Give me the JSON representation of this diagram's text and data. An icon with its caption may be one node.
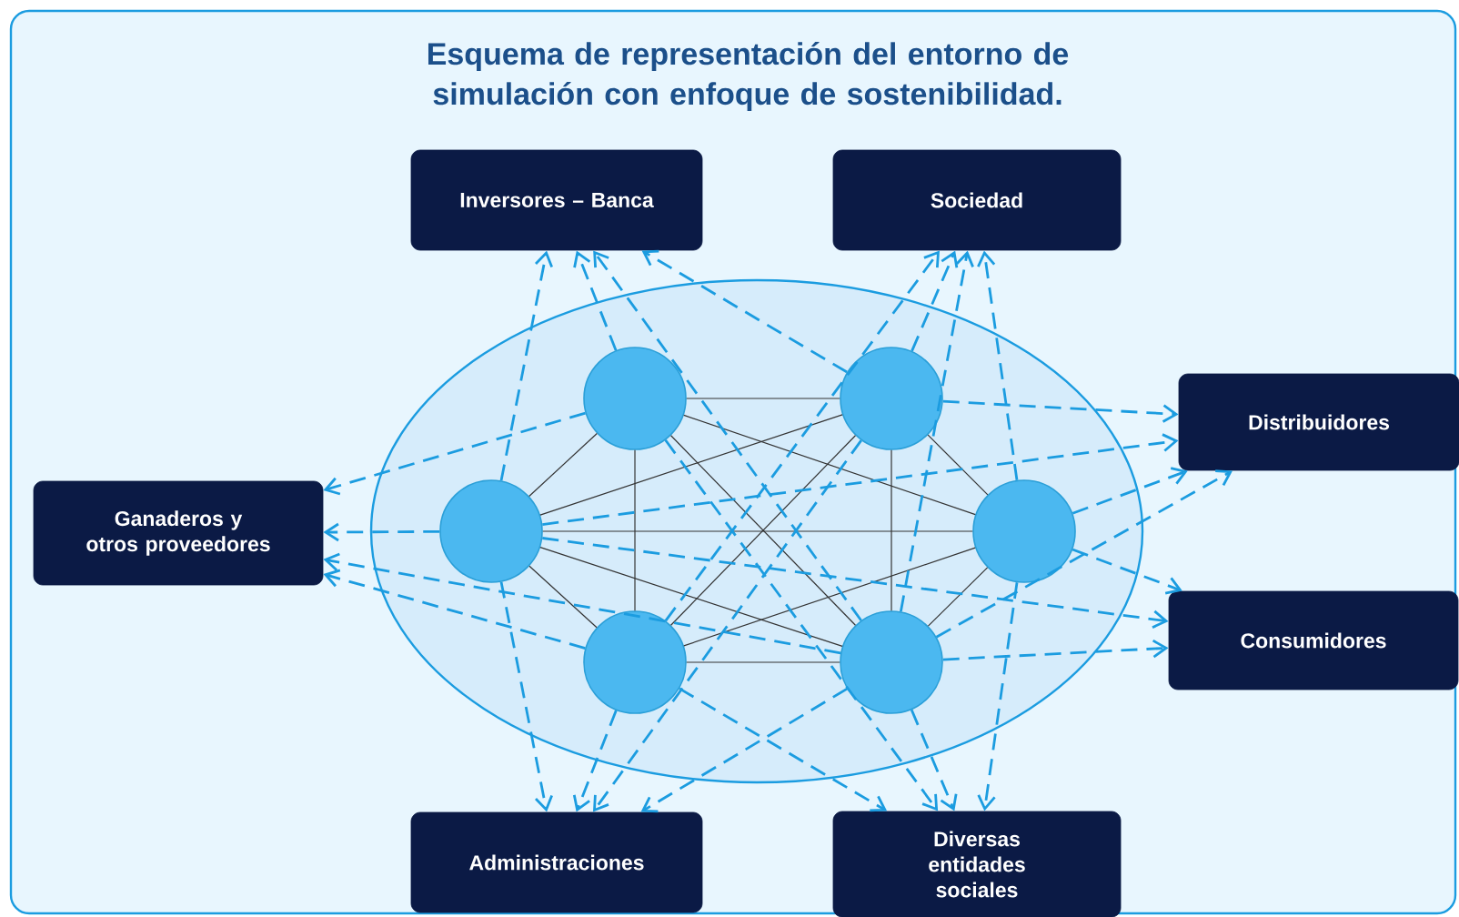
{
  "diagram": {
    "title": "Esquema de representación del entorno de simulación con enfoque de sostenibilidad.",
    "nodes": [
      {
        "text": [
          "Inversores – Banca"
        ]
      },
      {
        "text": [
          "Sociedad"
        ]
      },
      {
        "text": [],
        "shape": "ellipse"
      },
      {
        "text": [],
        "shape": "circle",
        "in": 2
      },
      {
        "text": [],
        "shape": "circle",
        "in": 2
      },
      {
        "text": [],
        "shape": "circle",
        "in": 2
      },
      {
        "text": [],
        "shape": "circle",
        "in": 2
      },
      {
        "text": [],
        "shape": "circle",
        "in": 2
      },
      {
        "text": [],
        "shape": "circle",
        "in": 2
      },
      {
        "text": [
          "Distribuidores"
        ]
      },
      {
        "text": [
          "Ganaderos y otros proveedores"
        ]
      },
      {
        "text": [
          "Consumidores"
        ]
      },
      {
        "text": [
          "Administraciones"
        ]
      },
      {
        "text": [
          "Diversas entidades sociales"
        ]
      }
    ],
    "edges": [
      {
        "from": 3,
        "to": 4,
        "arrow": "none",
        "color": "#333333"
      },
      {
        "from": 3,
        "to": 5,
        "arrow": "none",
        "color": "#333333"
      },
      {
        "from": 3,
        "to": 6,
        "arrow": "none",
        "color": "#333333"
      },
      {
        "from": 3,
        "to": 7,
        "arrow": "none",
        "color": "#333333"
      },
      {
        "from": 3,
        "to": 8,
        "arrow": "none",
        "color": "#333333"
      },
      {
        "from": 4,
        "to": 5,
        "arrow": "none",
        "color": "#333333"
      },
      {
        "from": 4,
        "to": 6,
        "arrow": "none",
        "color": "#333333"
      },
      {
        "from": 4,
        "to": 7,
        "arrow": "none",
        "color": "#333333"
      },
      {
        "from": 4,
        "to": 8,
        "arrow": "none",
        "color": "#333333"
      },
      {
        "from": 5,
        "to": 6,
        "arrow": "none",
        "color": "#333333"
      },
      {
        "from": 5,
        "to": 7,
        "arrow": "none",
        "color": "#333333"
      },
      {
        "from": 5,
        "to": 8,
        "arrow": "none",
        "color": "#333333"
      },
      {
        "from": 6,
        "to": 7,
        "arrow": "none",
        "color": "#333333"
      },
      {
        "from": 6,
        "to": 8,
        "arrow": "none",
        "color": "#333333"
      },
      {
        "from": 7,
        "to": 8,
        "arrow": "none",
        "color": "#333333"
      },
      {
        "from": 5,
        "to": 0,
        "arrow": "to",
        "style": "dashed"
      },
      {
        "from": 3,
        "to": 0,
        "arrow": "to",
        "style": "dashed"
      },
      {
        "from": 8,
        "to": 0,
        "arrow": "to",
        "style": "dashed"
      },
      {
        "from": 4,
        "to": 0,
        "arrow": "to",
        "style": "dashed"
      },
      {
        "from": 6,
        "to": 1,
        "arrow": "to",
        "style": "dashed"
      },
      {
        "from": 4,
        "to": 1,
        "arrow": "to",
        "style": "dashed"
      },
      {
        "from": 8,
        "to": 1,
        "arrow": "to",
        "style": "dashed"
      },
      {
        "from": 7,
        "to": 1,
        "arrow": "to",
        "style": "dashed"
      },
      {
        "from": 4,
        "to": 9,
        "arrow": "to",
        "style": "dashed"
      },
      {
        "from": 8,
        "to": 9,
        "arrow": "to",
        "style": "dashed"
      },
      {
        "from": 6,
        "to": 9,
        "arrow": "to",
        "style": "dashed"
      },
      {
        "from": 5,
        "to": 9,
        "arrow": "to",
        "style": "dashed"
      },
      {
        "from": 5,
        "to": 10,
        "arrow": "to",
        "style": "dashed"
      },
      {
        "from": 3,
        "to": 10,
        "arrow": "to",
        "style": "dashed"
      },
      {
        "from": 8,
        "to": 10,
        "arrow": "to",
        "style": "dashed"
      },
      {
        "from": 7,
        "to": 10,
        "arrow": "to",
        "style": "dashed"
      },
      {
        "from": 6,
        "to": 11,
        "arrow": "to",
        "style": "dashed"
      },
      {
        "from": 8,
        "to": 11,
        "arrow": "to",
        "style": "dashed"
      },
      {
        "from": 5,
        "to": 11,
        "arrow": "to",
        "style": "dashed"
      },
      {
        "from": 5,
        "to": 12,
        "arrow": "to",
        "style": "dashed"
      },
      {
        "from": 7,
        "to": 12,
        "arrow": "to",
        "style": "dashed"
      },
      {
        "from": 8,
        "to": 12,
        "arrow": "to",
        "style": "dashed"
      },
      {
        "from": 4,
        "to": 12,
        "arrow": "to",
        "style": "dashed"
      },
      {
        "from": 7,
        "to": 13,
        "arrow": "to",
        "style": "dashed"
      },
      {
        "from": 8,
        "to": 13,
        "arrow": "to",
        "style": "dashed"
      },
      {
        "from": 6,
        "to": 13,
        "arrow": "to",
        "style": "dashed"
      },
      {
        "from": 3,
        "to": 13,
        "arrow": "to",
        "style": "dashed"
      }
    ]
  }
}
